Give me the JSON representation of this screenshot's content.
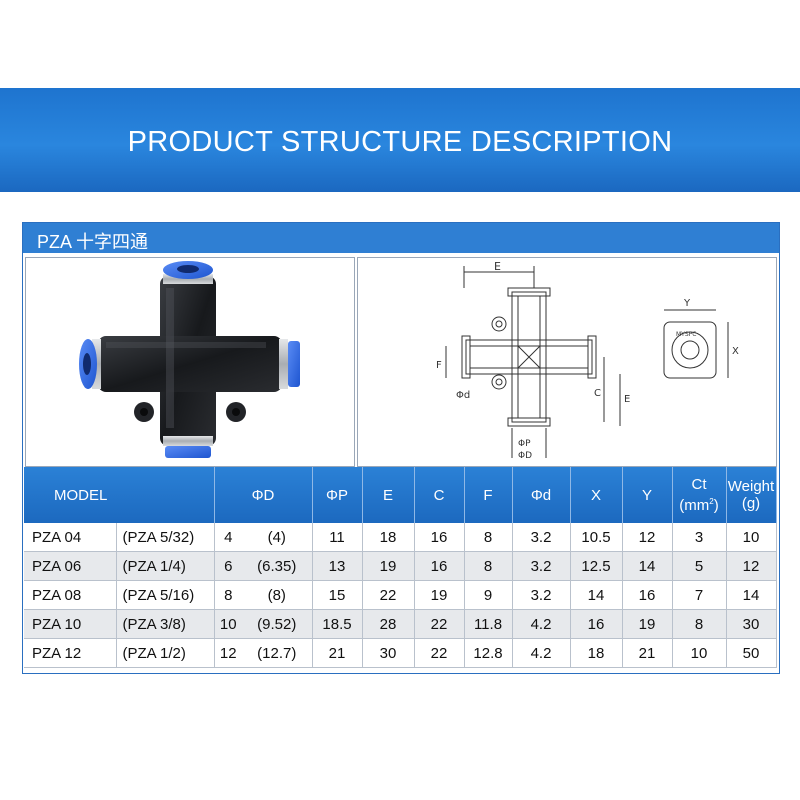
{
  "banner": {
    "title": "PRODUCT STRUCTURE DESCRIPTION"
  },
  "product": {
    "title": "PZA 十字四通"
  },
  "diagram": {
    "labels": {
      "E_top": "E",
      "Y": "Y",
      "X": "X",
      "F": "F",
      "phi_d": "Φd",
      "C": "C",
      "E_side": "E",
      "phi_P": "ΦP",
      "phi_D": "ΦD",
      "brand": "MYSPC"
    }
  },
  "colors": {
    "banner": "#2a86de",
    "header": "#2f7fd3",
    "fitting_blue": "#2d6be8",
    "body_black": "#1b1d20",
    "row_alt": "#e7e9ec"
  },
  "table": {
    "headers": {
      "model": "MODEL",
      "phiD": "ΦD",
      "phiP": "ΦP",
      "E": "E",
      "C": "C",
      "F": "F",
      "phid": "Φd",
      "X": "X",
      "Y": "Y",
      "ct_line1": "Ct",
      "ct_line2": "(mm",
      "ct_sup": "2",
      "ct_close": ")",
      "weight_line1": "Weight",
      "weight_line2": "(g)"
    },
    "rows": [
      {
        "model": "PZA 04",
        "model_inch": "(PZA 5/32)",
        "d": "4",
        "d_inch": "(4)",
        "p": "11",
        "e": "18",
        "c": "16",
        "f": "8",
        "phid": "3.2",
        "x": "10.5",
        "y": "12",
        "ct": "3",
        "weight": "10"
      },
      {
        "model": "PZA 06",
        "model_inch": "(PZA 1/4)",
        "d": "6",
        "d_inch": "(6.35)",
        "p": "13",
        "e": "19",
        "c": "16",
        "f": "8",
        "phid": "3.2",
        "x": "12.5",
        "y": "14",
        "ct": "5",
        "weight": "12"
      },
      {
        "model": "PZA 08",
        "model_inch": "(PZA 5/16)",
        "d": "8",
        "d_inch": "(8)",
        "p": "15",
        "e": "22",
        "c": "19",
        "f": "9",
        "phid": "3.2",
        "x": "14",
        "y": "16",
        "ct": "7",
        "weight": "14"
      },
      {
        "model": "PZA 10",
        "model_inch": "(PZA 3/8)",
        "d": "10",
        "d_inch": "(9.52)",
        "p": "18.5",
        "e": "28",
        "c": "22",
        "f": "11.8",
        "phid": "4.2",
        "x": "16",
        "y": "19",
        "ct": "8",
        "weight": "30"
      },
      {
        "model": "PZA 12",
        "model_inch": "(PZA 1/2)",
        "d": "12",
        "d_inch": "(12.7)",
        "p": "21",
        "e": "30",
        "c": "22",
        "f": "12.8",
        "phid": "4.2",
        "x": "18",
        "y": "21",
        "ct": "10",
        "weight": "50"
      }
    ]
  }
}
